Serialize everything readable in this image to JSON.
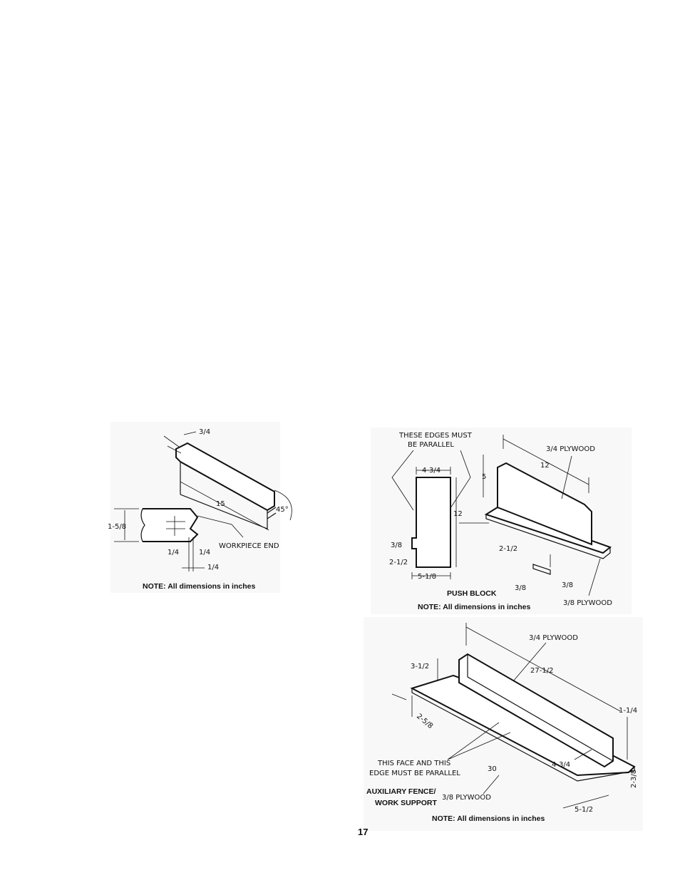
{
  "featherboard": {
    "dim_thickness": "3/4",
    "dim_length": "15",
    "dim_angle": "45°",
    "dim_width": "1-5/8",
    "dim_kerf_a": "1/4",
    "dim_kerf_b": "1/4",
    "dim_kerf_c": "1/4",
    "label_end": "WORKPIECE END",
    "note": "NOTE: All dimensions in inches"
  },
  "push_block": {
    "callout_parallel_line1": "THESE EDGES MUST",
    "callout_parallel_line2": "BE PARALLEL",
    "dim_top_width": "4-3/4",
    "dim_height": "12",
    "dim_notch": "3/8",
    "dim_heel": "2-1/2",
    "dim_base_width": "5-1/8",
    "dim_plywood_top": "3/4 PLYWOOD",
    "dim_length": "12",
    "dim_rise": "5",
    "dim_step": "2-1/2",
    "dim_cleat_a": "3/8",
    "dim_cleat_b": "3/8",
    "dim_plywood_bottom": "3/8 PLYWOOD",
    "title": "PUSH BLOCK",
    "note": "NOTE: All dimensions in inches"
  },
  "aux_fence": {
    "dim_plywood_top": "3/4 PLYWOOD",
    "dim_length": "27-1/2",
    "dim_step": "3-1/2",
    "dim_offset": "2-5/8",
    "dim_fence_height": "1-1/4",
    "dim_base_length": "30",
    "dim_fence_depth": "4-3/4",
    "dim_base_height": "2-3/8",
    "dim_base_width": "5-1/2",
    "callout_line1": "THIS FACE AND THIS",
    "callout_line2": "EDGE MUST BE PARALLEL",
    "title_line1": "AUXILIARY FENCE/",
    "title_line2": "WORK SUPPORT",
    "dim_plywood_bottom": "3/8 PLYWOOD",
    "note": "NOTE: All dimensions in inches"
  },
  "page_number": "17"
}
